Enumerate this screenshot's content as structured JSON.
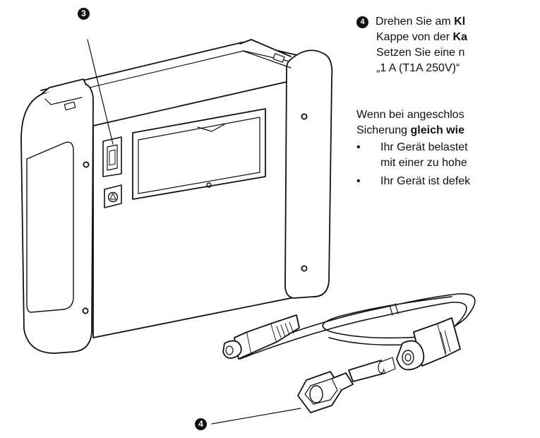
{
  "callouts": {
    "label_3": "3",
    "label_4": "4"
  },
  "text": {
    "step4_number": "4",
    "step4_line1_pre": "Drehen Sie am ",
    "step4_line1_bold": "Kl",
    "step4_line2_pre": "Kappe von der ",
    "step4_line2_bold": "Ka",
    "step4_line3": "Setzen Sie eine n",
    "step4_line4": "„1 A (T1A 250V)“",
    "para_line1": "Wenn bei angeschlos",
    "para_line2_pre": "Sicherung ",
    "para_line2_bold": "gleich wie",
    "bullets": [
      {
        "symbol": "•",
        "line1": "Ihr Gerät belastet",
        "line2": "mit einer zu hohe"
      },
      {
        "symbol": "•",
        "line1": "Ihr Gerät ist defek"
      }
    ]
  }
}
